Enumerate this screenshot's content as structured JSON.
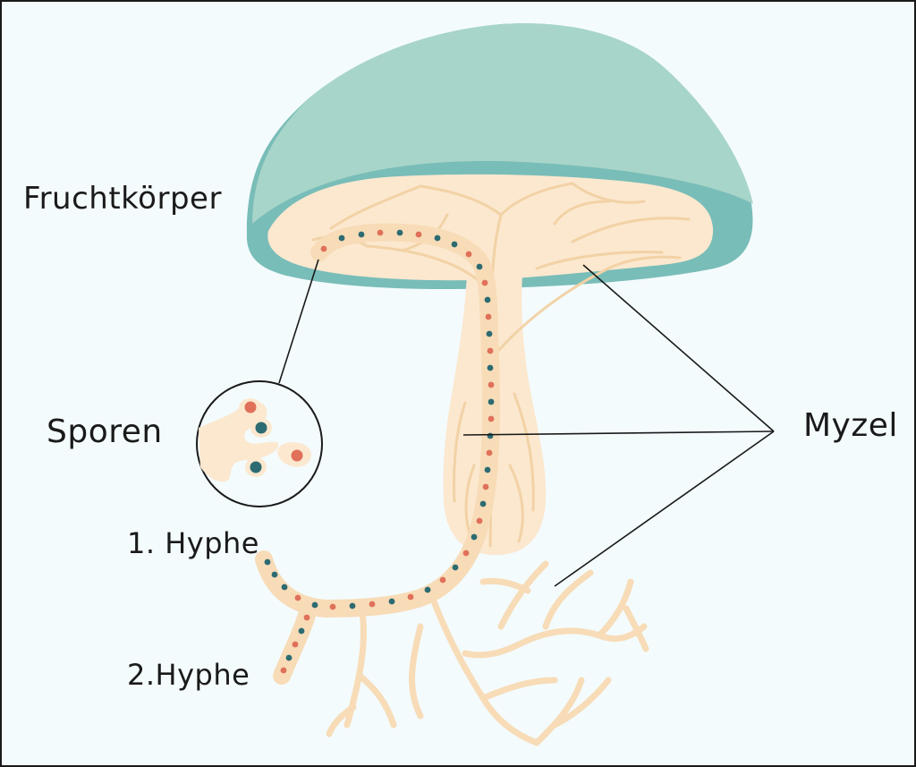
{
  "diagram": {
    "labels": {
      "fruchtkoerper": "Fruchtkörper",
      "sporen": "Sporen",
      "myzel": "Myzel",
      "hyphe1": "1. Hyphe",
      "hyphe2": "2.Hyphe"
    },
    "colors": {
      "background": "#f4fbfd",
      "cap": "#a8d5c9",
      "cap_rim": "#79bdb8",
      "flesh": "#fbe8cf",
      "hypha": "#f7dcb7",
      "vein": "#f2d2a6",
      "spore_red": "#e0705a",
      "spore_teal": "#2d6b72",
      "outline": "#1a1a1a"
    }
  }
}
